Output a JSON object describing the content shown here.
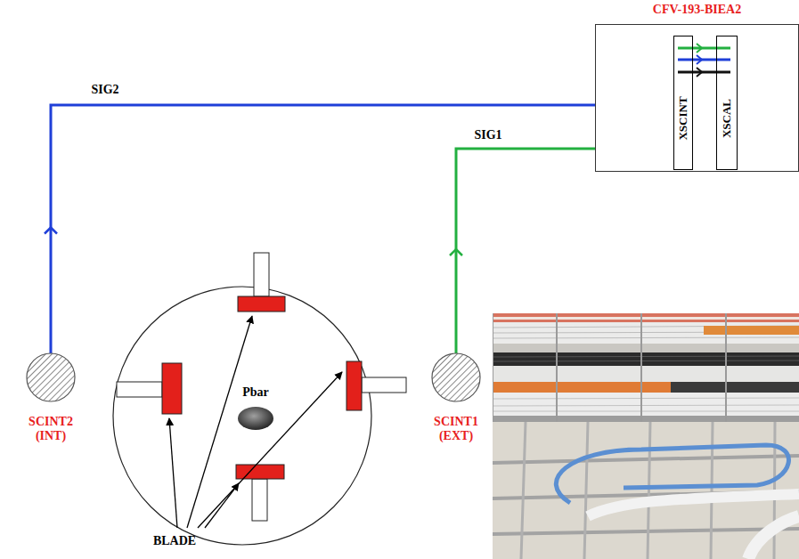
{
  "diagram": {
    "nodes": [
      {
        "text": [
          "CFV-193-BIEA2"
        ]
      },
      {
        "text": [
          "XSCINT"
        ],
        "in": 0
      },
      {
        "text": [
          "XSCAL"
        ],
        "in": 0
      },
      {
        "text": [
          "SCINT2 (INT)"
        ]
      },
      {
        "text": [
          "SCINT1 (EXT)"
        ]
      }
    ],
    "edges": [
      {
        "from": 3,
        "to": 0,
        "label": "SIG2",
        "arrow": "to"
      },
      {
        "from": 4,
        "to": 0,
        "label": "SIG1",
        "arrow": "to"
      }
    ],
    "labels": [
      "Pbar",
      "BLADE"
    ]
  }
}
